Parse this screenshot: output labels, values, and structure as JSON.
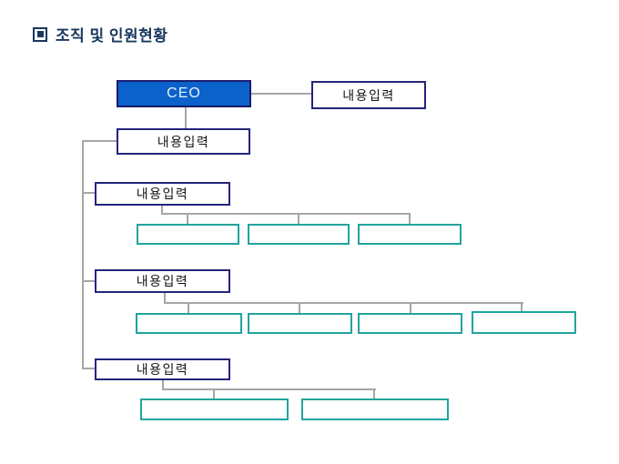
{
  "title": {
    "bullet_icon": "square-in-square-icon",
    "text": "조직 및 인원현황",
    "color": "#17375E"
  },
  "org_chart": {
    "ceo": {
      "label": "CEO",
      "fill": "#0B62CB",
      "text_color": "#E6F1FC"
    },
    "staff_box": {
      "label": "내용입력"
    },
    "deputy_box": {
      "label": "내용입력"
    },
    "groups": [
      {
        "label": "내용입력",
        "children_count": 3
      },
      {
        "label": "내용입력",
        "children_count": 4
      },
      {
        "label": "내용입력",
        "children_count": 2
      }
    ],
    "colors": {
      "navy_border": "#24247C",
      "teal_border": "#21A49E",
      "connector_gray": "#A6A6A6",
      "ceo_border": "#1B1B6A"
    }
  }
}
